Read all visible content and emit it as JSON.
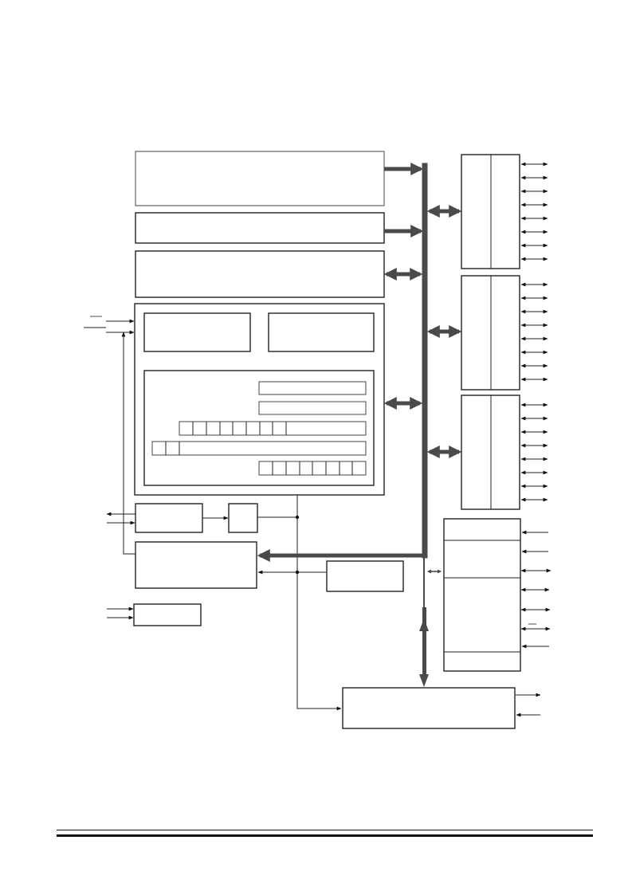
{
  "diagram": {
    "colors": {
      "line": "#222222",
      "bus": "#4a4a4a",
      "background": "#ffffff"
    },
    "blocks": [
      "memory-block-1",
      "memory-block-2",
      "memory-block-3",
      "cpu-core",
      "register-a",
      "register-b",
      "register-file",
      "timing-block",
      "small-logic",
      "control-block",
      "reset-block",
      "peripheral-block",
      "serial-block",
      "port-a",
      "port-b",
      "port-c",
      "special-io-block"
    ],
    "labels_visible": false
  },
  "footer": {
    "rule": "double"
  }
}
